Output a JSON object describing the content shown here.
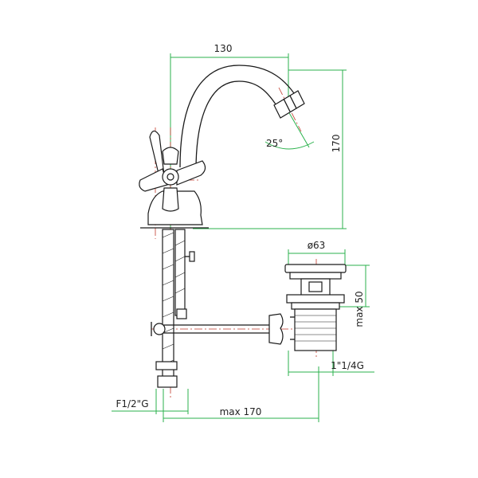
{
  "dimensions": {
    "spout_reach": "130",
    "total_height": "170",
    "spout_angle": "25°",
    "waste_diameter": "ø63",
    "waste_height": "max 50",
    "waste_thread": "1\"1/4G",
    "inlet_thread": "F1/2\"G",
    "pipe_length": "max 170"
  },
  "colors": {
    "dimension_lines": "#2bb24c",
    "center_lines": "#c0392b",
    "outline": "#1a1a1a"
  }
}
